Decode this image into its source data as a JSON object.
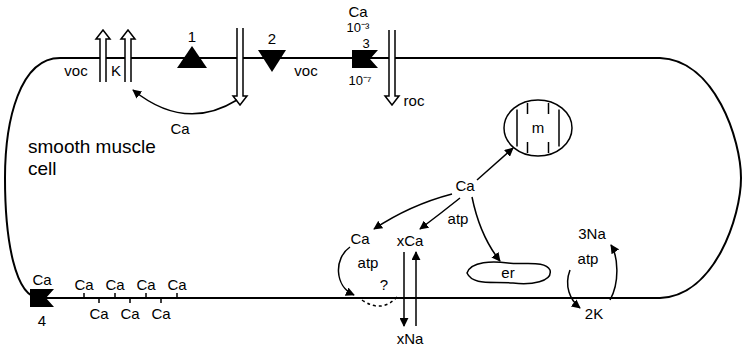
{
  "diagram": {
    "nodes": [
      {
        "text": [
          "smooth muscle cell"
        ]
      },
      {
        "text": [
          "m"
        ],
        "in": 0
      },
      {
        "text": [
          "er"
        ],
        "in": 0
      }
    ],
    "labels": [
      "Ca",
      "10⁻³",
      "voc",
      "K",
      "1",
      "2",
      "voc",
      "3",
      "10⁻⁷",
      "roc",
      "Ca",
      "Ca",
      "atp",
      "Ca",
      "Ca",
      "Ca",
      "Ca",
      "Ca",
      "4",
      "Ca",
      "Ca",
      "Ca",
      "Ca",
      "atp",
      "?",
      "xCa",
      "xNa",
      "3Na",
      "atp",
      "2K"
    ]
  }
}
